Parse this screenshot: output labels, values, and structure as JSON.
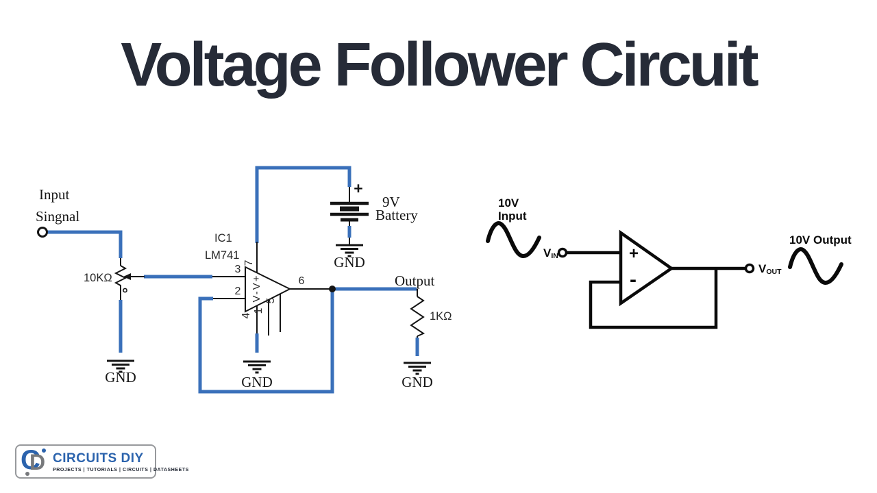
{
  "title": "Voltage Follower Circuit",
  "colors": {
    "wire_blue": "#3a70ba",
    "ink_black": "#151515",
    "title_color": "#262b37",
    "logo_blue": "#2b63ad",
    "logo_gray": "#77797c"
  },
  "schematic": {
    "input_line1": "Input",
    "input_line2": "Singnal",
    "pot_value": "10KΩ",
    "ic_ref": "IC1",
    "ic_part": "LM741",
    "opamp_internal": "V-V+",
    "pins": {
      "p1": "1",
      "p2": "2",
      "p3": "3",
      "p4": "4",
      "p5": "5",
      "p6": "6",
      "p7": "7"
    },
    "battery_plus": "+",
    "battery_value": "9V",
    "battery_name": "Battery",
    "output_label": "Output",
    "load_value": "1KΩ",
    "gnd": "GND"
  },
  "block": {
    "input_value": "10V",
    "input_word": "Input",
    "vin_main": "V",
    "vin_sub": "IN",
    "plus": "+",
    "minus": "-",
    "vout_main": "V",
    "vout_sub": "OUT",
    "output_label": "10V Output"
  },
  "logo": {
    "monogram_c": "C",
    "monogram_d": "D",
    "brand": "CIRCUITS DIY",
    "tagline": "PROJECTS | TUTORIALS | CIRCUITS | DATASHEETS"
  }
}
